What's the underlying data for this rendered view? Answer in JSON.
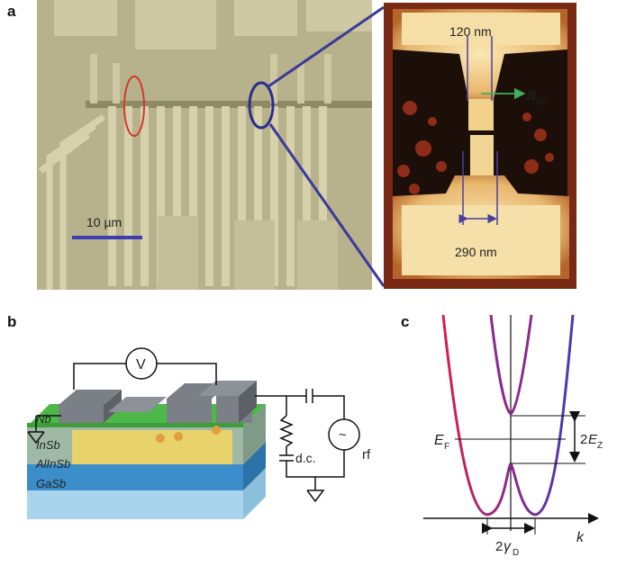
{
  "panel_a": {
    "label": "a",
    "scale_bar_text": "10 µm",
    "afm_width_top": "120 nm",
    "afm_width_bottom": "290 nm",
    "bso_symbol": "B",
    "bso_subscript": "so",
    "colors": {
      "optical_bg": "#b8b38d",
      "electrode": "#cfc9a3",
      "afm_bright": "#f4d89a",
      "afm_dark": "#1a0e08",
      "zoom_lines": "#3b3a9a",
      "ellipse_red": "#d03a2c",
      "bso_arrow": "#3fae5b"
    }
  },
  "panel_b": {
    "label": "b",
    "meter_symbol": "V",
    "layers": [
      "Nb",
      "InSb",
      "AlInSb",
      "GaSb"
    ],
    "dc_label": "d.c.",
    "rf_label": "rf",
    "source_symbol": "~",
    "colors": {
      "nb": "#7b7f86",
      "insb": "#e8d26c",
      "alinsb": "#3b8ec9",
      "gasb": "#a9d4ee",
      "green": "#4db848",
      "dots": "#e2a03c"
    }
  },
  "panel_c": {
    "label": "c",
    "ef_symbol": "E",
    "ef_subscript": "F",
    "ez_prefix": "2",
    "ez_symbol": "E",
    "ez_subscript": "Z",
    "gamma_prefix": "2",
    "gamma_symbol": "γ",
    "gamma_subscript": "D",
    "k_label": "k",
    "colors": {
      "band_red": "#c8204e",
      "band_blue": "#5a3ea8"
    }
  }
}
